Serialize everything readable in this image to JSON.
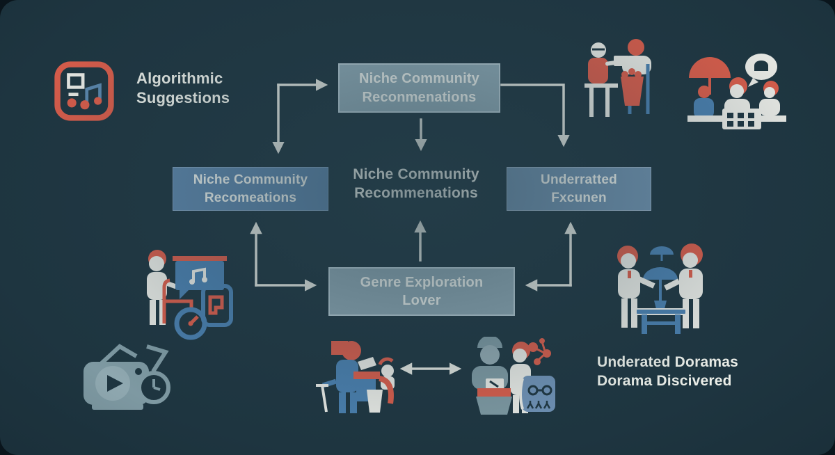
{
  "labels": {
    "algorithmic": {
      "line1": "Algorithmic",
      "line2": "Suggestions"
    },
    "center": {
      "line1": "Niche Community",
      "line2": "Recommenations"
    },
    "bottom_right": {
      "line1": "Underated Doramas",
      "line2": "Dorama Discivered"
    }
  },
  "boxes": {
    "top": {
      "line1": "Niche Community",
      "line2": "Reconmenations"
    },
    "left": {
      "line1": "Niche Community",
      "line2": "Recomeations"
    },
    "right": {
      "line1": "Underratted",
      "line2": "Fxcunen"
    },
    "genre": {
      "line1": "Genre Exploration",
      "line2": "Lover"
    }
  },
  "colors": {
    "background": "#1e3540",
    "coral": "#d95c4a",
    "off_white": "#e9eae5",
    "figure_blue": "#4a7fae",
    "box_top_fill": "#8ea9b5",
    "box_left_fill": "#5e86ab",
    "box_right_fill": "#6f91ae",
    "box_genre_fill": "#8ca6b2",
    "box_border": "#b6cad3",
    "arrow": "#e3e6e0",
    "muted_teal": "#7e99a2",
    "text": "#edf0ea"
  },
  "icons": {
    "top_left": "algorithm-music-icon",
    "top_right_1": "elder-shoppers-icon",
    "top_right_2": "community-chat-icon",
    "mid_left": "presenter-timer-icon",
    "bottom_left": "video-clock-icon",
    "bottom_center_left": "workstation-icon",
    "bottom_center_right": "readers-group-icon",
    "mid_right": "table-umbrella-icon"
  }
}
